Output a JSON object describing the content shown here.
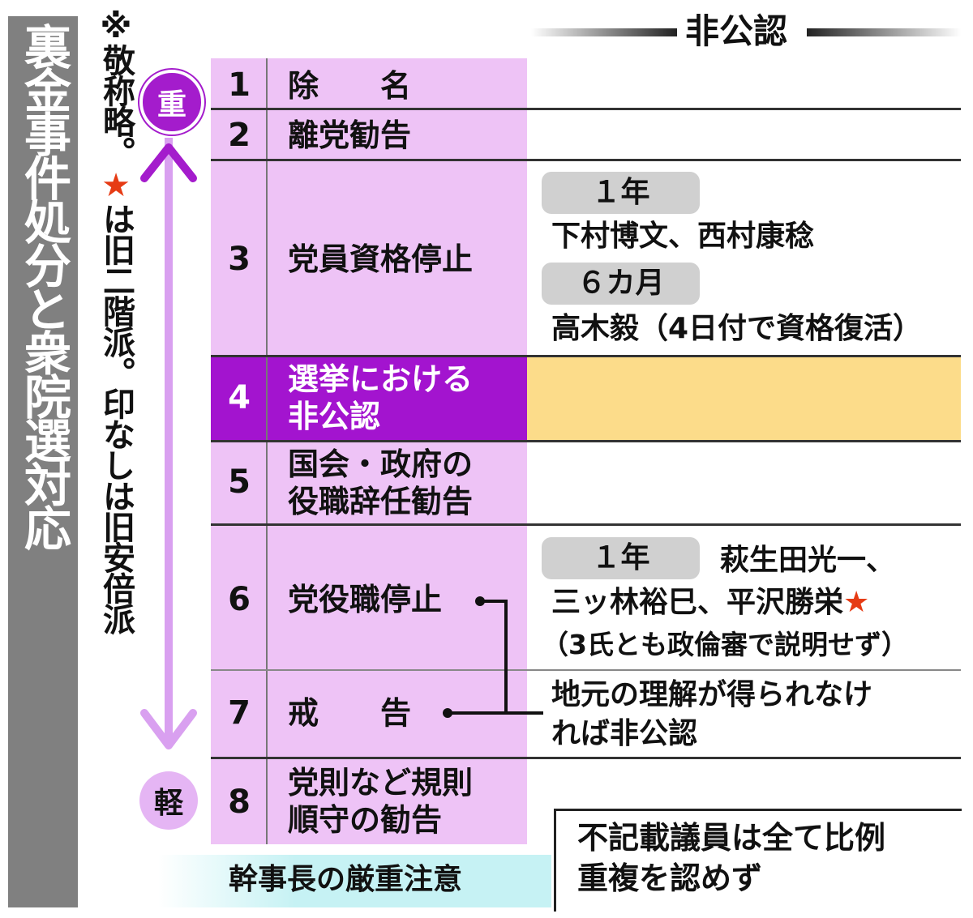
{
  "title": "裏金事件処分と衆院選対応",
  "note": {
    "before_star": "※敬称略。",
    "star": "★",
    "after_star": "は旧二階派。印なしは旧安倍派"
  },
  "header_label": "非公認",
  "severity": {
    "heavy": "重",
    "light": "軽"
  },
  "rows": [
    {
      "num": "1",
      "label": "除　　名"
    },
    {
      "num": "2",
      "label": "離党勧告"
    },
    {
      "num": "3",
      "label": "党員資格停止"
    },
    {
      "num": "4",
      "label_line1": "選挙における",
      "label_line2": "非公認"
    },
    {
      "num": "5",
      "label_line1": "国会・政府の",
      "label_line2": "役職辞任勧告"
    },
    {
      "num": "6",
      "label": "党役職停止"
    },
    {
      "num": "7",
      "label": "戒　　告"
    },
    {
      "num": "8",
      "label_line1": "党則など規則",
      "label_line2": "順守の勧告"
    }
  ],
  "row3_details": {
    "tag1": "１年",
    "names1": "下村博文、西村康稔",
    "tag2": "６カ月",
    "names2": "高木毅（4日付で資格復活）"
  },
  "row6_details": {
    "tag": "１年",
    "names_line1": "萩生田光一、",
    "names_line2": "三ッ林裕巳、平沢勝栄",
    "star": "★",
    "note": "（3氏とも政倫審で説明せず）"
  },
  "row67_note": {
    "line1": "地元の理解が得られなけ",
    "line2": "れば非公認"
  },
  "bottom_left": "幹事長の厳重注意",
  "bottom_right": {
    "line1": "不記載議員は全て比例",
    "line2": "重複を認めず"
  },
  "colors": {
    "title_bar": "#808080",
    "heavy": "#a41ccc",
    "light": "#e5b5f4",
    "table_bg": "#eec3f6",
    "highlight_row": "#a314cf",
    "highlight_right": "#fcdc8a",
    "tag_gray": "#d0d0d0",
    "star_red": "#e63b14",
    "teal": "#c6f2f4"
  }
}
